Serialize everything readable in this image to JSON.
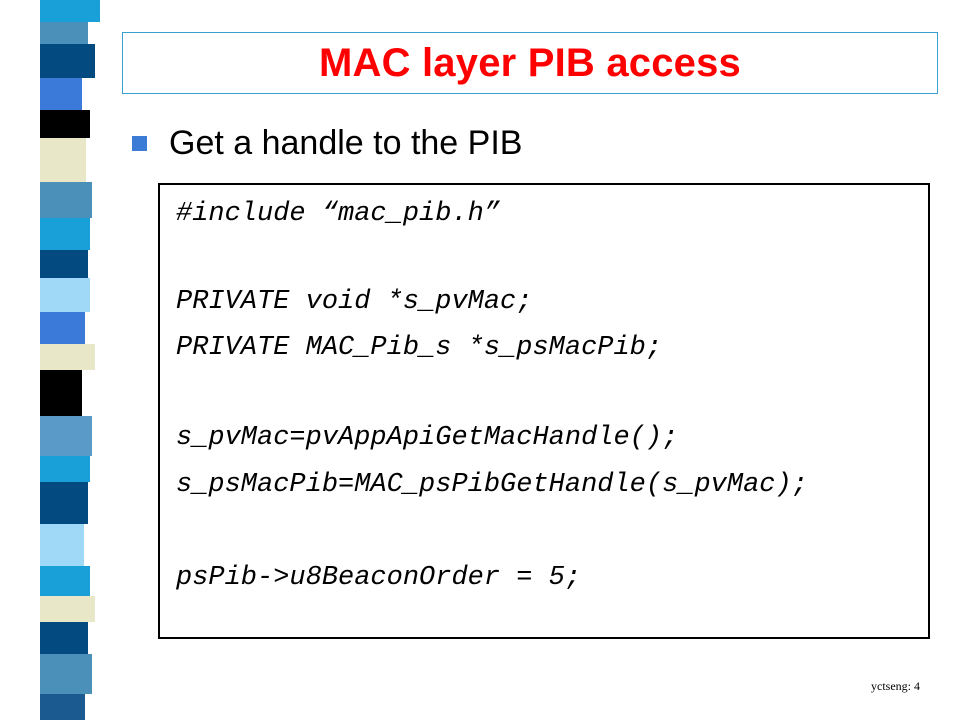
{
  "slide": {
    "title": "MAC layer PIB access",
    "bullet": "Get a handle to the PIB",
    "code_lines": [
      "#include “mac_pib.h”",
      "PRIVATE void *s_pvMac;",
      "PRIVATE MAC_Pib_s *s_psMacPib;",
      "s_pvMac=pvAppApiGetMacHandle();",
      "s_psMacPib=MAC_psPibGetHandle(s_pvMac);",
      "psPib->u8BeaconOrder = 5;"
    ],
    "footer": "yctseng: 4"
  },
  "colors": {
    "title": "#ff0000",
    "title_border": "#3aa0d0",
    "bullet": "#3c7bd6",
    "strip_palette": [
      "#1aa0d8",
      "#034a80",
      "#3b7ad8",
      "#000000",
      "#e8e8c8",
      "#4a90b8",
      "#a0d8f8",
      "#1a5a90",
      "#5a9ac8",
      "#ffffff"
    ]
  }
}
